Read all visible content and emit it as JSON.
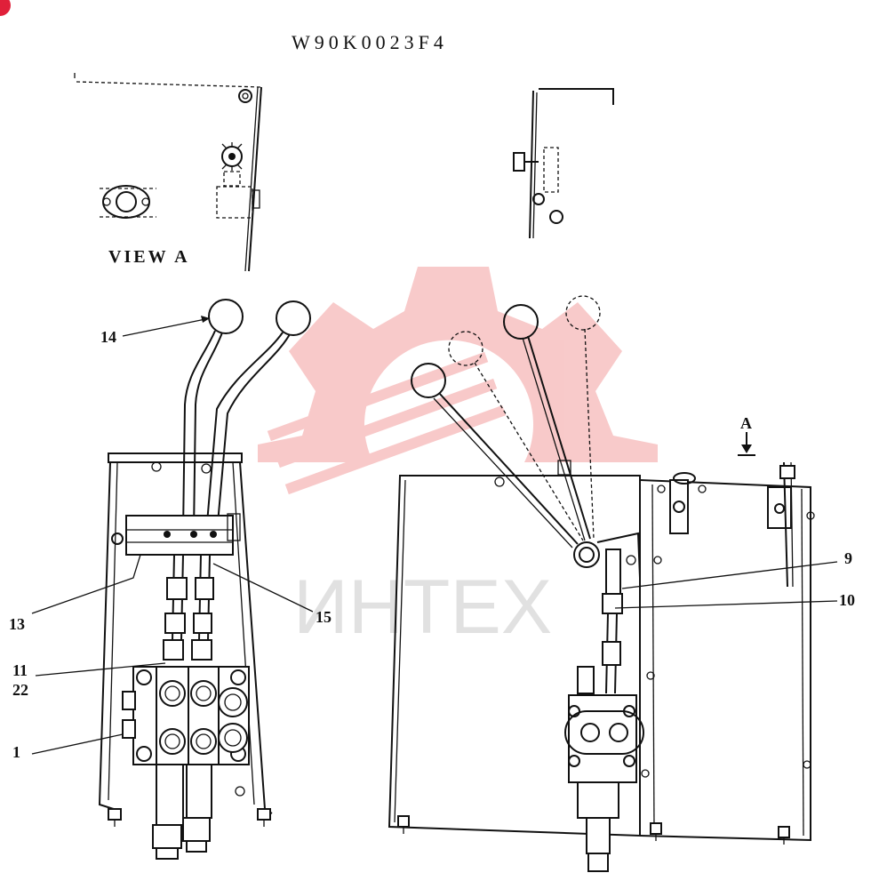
{
  "title": "W90K0023F4",
  "view_label": "VIEW A",
  "view_arrow_label": "A",
  "watermark": "ИНТЕХ",
  "callouts": {
    "c14": "14",
    "c13": "13",
    "c15": "15",
    "c11": "11",
    "c22": "22",
    "c1": "1",
    "c9": "9",
    "c10": "10"
  },
  "colors": {
    "line": "#111111",
    "watermark_gear": "#f08a8a",
    "watermark_text": "#c9c9c9",
    "corner_badge": "#e0203a"
  },
  "icons": [
    "gear-watermark-icon"
  ]
}
